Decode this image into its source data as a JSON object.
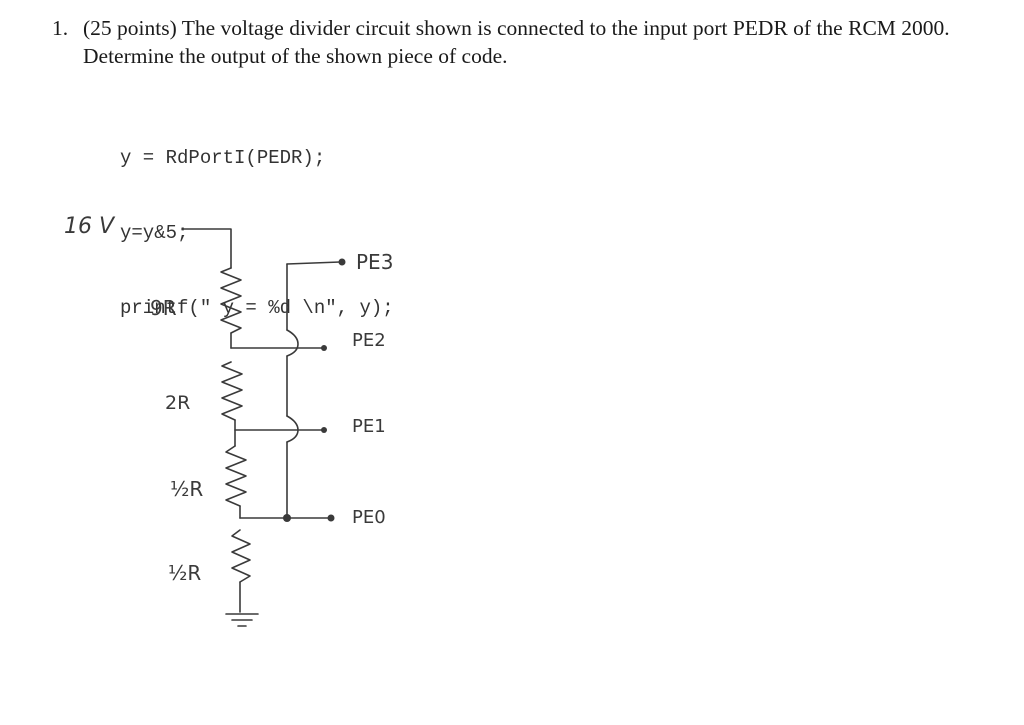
{
  "question": {
    "number": "1.",
    "text": "(25 points) The voltage divider circuit shown is connected to the input port PEDR of the RCM 2000. Determine the output of the shown piece of code."
  },
  "code": [
    "y = RdPortI(PEDR);",
    "y=y&5;",
    "printf(\" y = %d \\n\", y);"
  ],
  "circuit": {
    "supply": "16 V",
    "resistors": [
      "9R",
      "2R",
      "½R",
      "½R"
    ],
    "ports": [
      "PE3",
      "PE2",
      "PE1",
      "PE0"
    ]
  }
}
